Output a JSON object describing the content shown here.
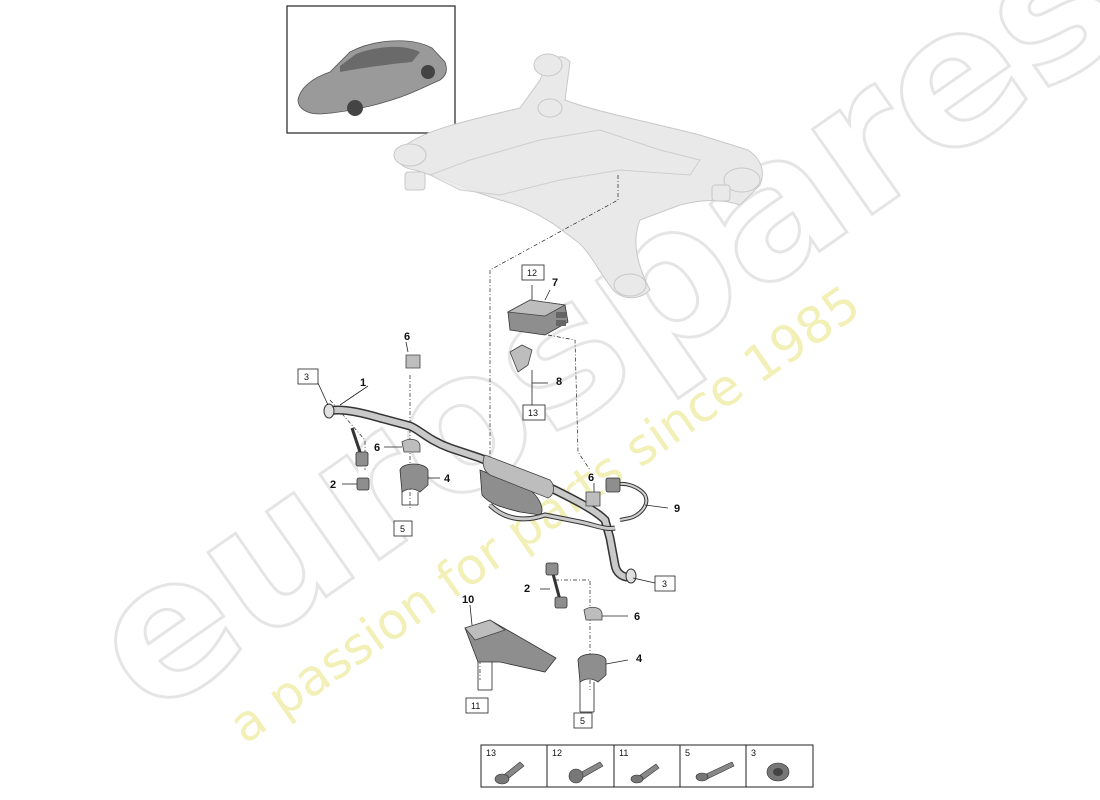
{
  "watermark": {
    "brand": "eurospares",
    "tagline": "a passion for parts since 1985"
  },
  "callouts": [
    {
      "id": "c1",
      "text": "1"
    },
    {
      "id": "c2a",
      "text": "2"
    },
    {
      "id": "c2b",
      "text": "2"
    },
    {
      "id": "c4a",
      "text": "4"
    },
    {
      "id": "c4b",
      "text": "4"
    },
    {
      "id": "c6a",
      "text": "6"
    },
    {
      "id": "c6b",
      "text": "6"
    },
    {
      "id": "c6c",
      "text": "6"
    },
    {
      "id": "c6d",
      "text": "6"
    },
    {
      "id": "c7",
      "text": "7"
    },
    {
      "id": "c8",
      "text": "8"
    },
    {
      "id": "c9",
      "text": "9"
    },
    {
      "id": "c10",
      "text": "10"
    }
  ],
  "boxed_callouts": [
    {
      "id": "b3a",
      "text": "3"
    },
    {
      "id": "b3b",
      "text": "3"
    },
    {
      "id": "b5a",
      "text": "5"
    },
    {
      "id": "b5b",
      "text": "5"
    },
    {
      "id": "b11",
      "text": "11"
    },
    {
      "id": "b12",
      "text": "12"
    },
    {
      "id": "b13",
      "text": "13"
    }
  ],
  "legend": [
    {
      "num": "13",
      "icon": "bolt-flange-icon"
    },
    {
      "num": "12",
      "icon": "bolt-torx-icon"
    },
    {
      "num": "11",
      "icon": "bolt-short-icon"
    },
    {
      "num": "5",
      "icon": "bolt-long-icon"
    },
    {
      "num": "3",
      "icon": "nut-icon"
    }
  ]
}
